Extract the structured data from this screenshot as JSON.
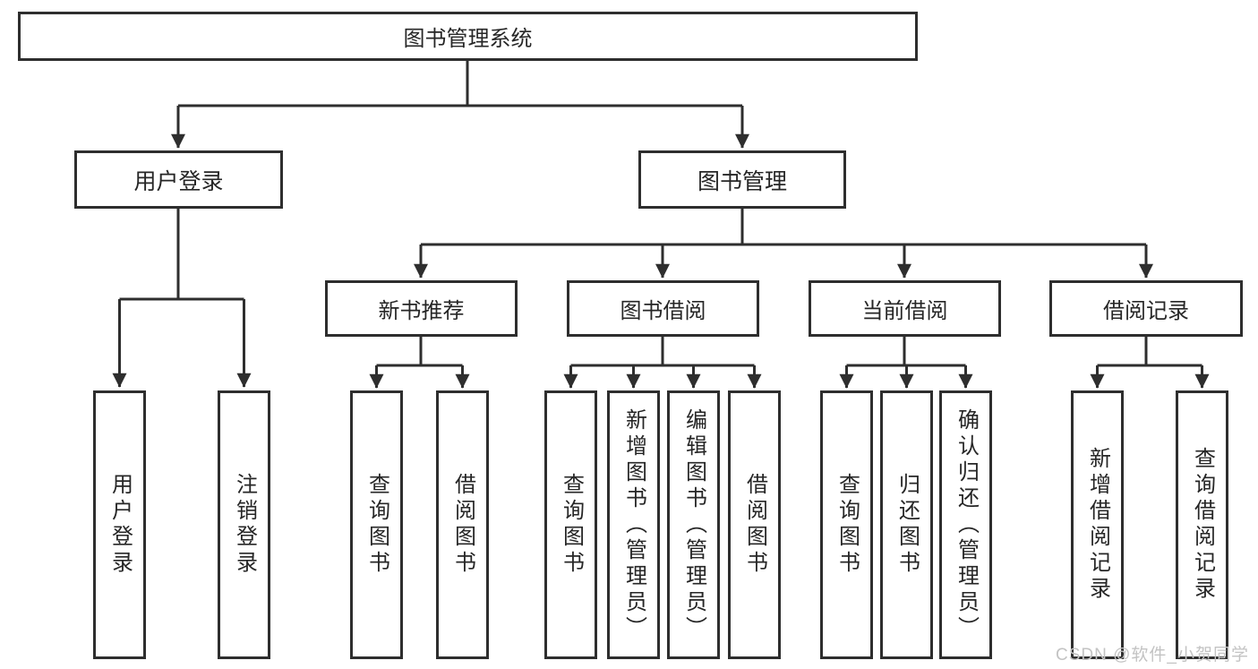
{
  "colors": {
    "line": "#2e2e2e",
    "text": "#262626",
    "box_bg": "#ffffff",
    "page_bg": "#ffffff",
    "watermark_color": "#c3c3c3"
  },
  "root": {
    "label": "图书管理系统"
  },
  "level2": {
    "user_login": {
      "label": "用户登录"
    },
    "book_management": {
      "label": "图书管理"
    }
  },
  "level3": {
    "new_book_recommend": {
      "label": "新书推荐"
    },
    "book_borrow": {
      "label": "图书借阅"
    },
    "current_borrow": {
      "label": "当前借阅"
    },
    "borrow_records": {
      "label": "借阅记录"
    }
  },
  "leaves": {
    "user_login": {
      "login": {
        "label": "用户登录"
      },
      "logout": {
        "label": "注销登录"
      }
    },
    "new_book_recommend": {
      "query_books": {
        "label": "查询图书"
      },
      "borrow_books": {
        "label": "借阅图书"
      }
    },
    "book_borrow": {
      "query_books": {
        "label": "查询图书"
      },
      "add_book_admin": {
        "label": "新增图书（管理员）"
      },
      "edit_book_admin": {
        "label": "编辑图书（管理员）"
      },
      "borrow_books": {
        "label": "借阅图书"
      }
    },
    "current_borrow": {
      "query_books": {
        "label": "查询图书"
      },
      "return_books": {
        "label": "归还图书"
      },
      "confirm_return_admin": {
        "label": "确认归还（管理员）"
      }
    },
    "borrow_records": {
      "add_record": {
        "label": "新增借阅记录"
      },
      "query_record": {
        "label": "查询借阅记录"
      }
    }
  },
  "watermark": {
    "text": "CSDN @软件_小贺同学"
  }
}
